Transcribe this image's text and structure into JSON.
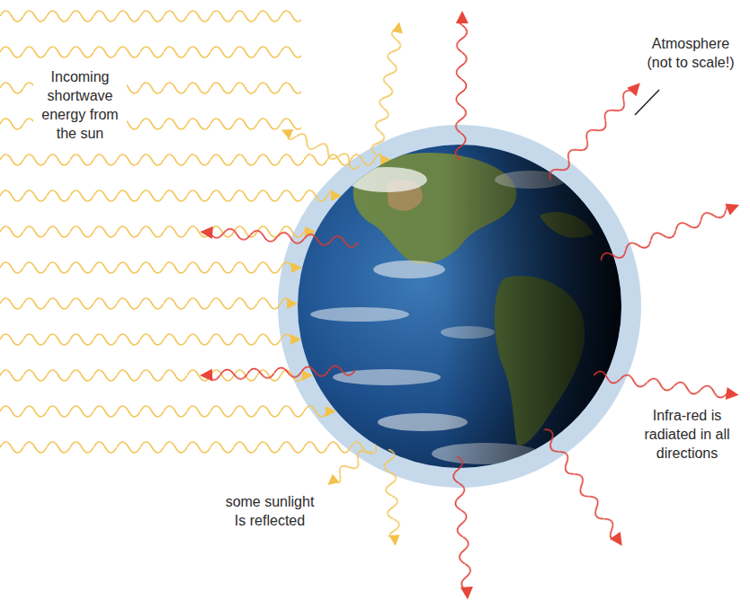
{
  "diagram": {
    "labels": [
      "Atmosphere (not to scale!)",
      "Incoming shortwave energy from the sun",
      "Infra-red is radiated in all directions",
      "some sunlight Is reflected"
    ]
  }
}
